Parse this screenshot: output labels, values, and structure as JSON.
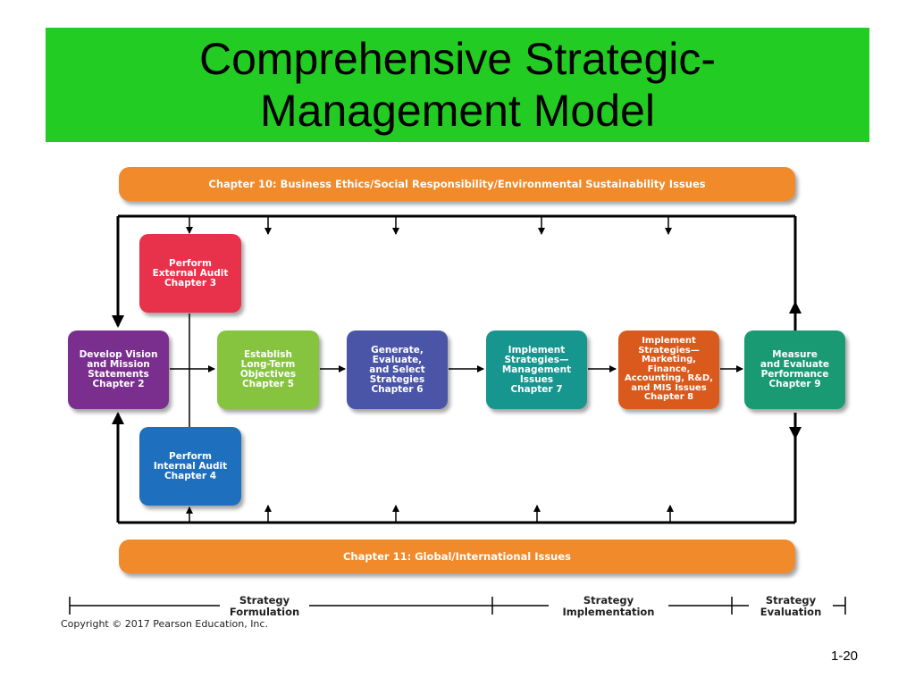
{
  "title": {
    "line1": "Comprehensive Strategic-",
    "line2": "Management Model"
  },
  "top_bar": "Chapter 10: Business Ethics/Social Responsibility/Environmental Sustainability Issues",
  "bottom_bar": "Chapter 11: Global/International Issues",
  "nodes": {
    "external_audit": "Perform\nExternal Audit\nChapter 3",
    "vision_mission": "Develop Vision\nand Mission\nStatements\nChapter 2",
    "internal_audit": "Perform\nInternal Audit\nChapter 4",
    "objectives": "Establish\nLong-Term\nObjectives\nChapter 5",
    "strategies": "Generate,\nEvaluate,\nand Select\nStrategies\nChapter 6",
    "implement_management": "Implement\nStrategies—\nManagement\nIssues\nChapter 7",
    "implement_marketing": "Implement\nStrategies—\nMarketing,\nFinance,\nAccounting, R&D,\nand MIS Issues\nChapter 8",
    "measure_evaluate": "Measure\nand Evaluate\nPerformance\nChapter 9"
  },
  "stages": {
    "formulation": "Strategy\nFormulation",
    "implementation": "Strategy\nImplementation",
    "evaluation": "Strategy\nEvaluation"
  },
  "copyright": "Copyright © 2017 Pearson Education, Inc.",
  "slide_number": "1-20",
  "colors": {
    "banner": "#22cc22",
    "bars": "#f08a2a",
    "external_audit": "#e8314a",
    "vision_mission": "#7a2f8f",
    "internal_audit": "#1f6fbf",
    "objectives": "#86c440",
    "strategies": "#4a55a8",
    "implement_management": "#17958f",
    "implement_marketing": "#d95a1c",
    "measure_evaluate": "#1a9a72"
  }
}
